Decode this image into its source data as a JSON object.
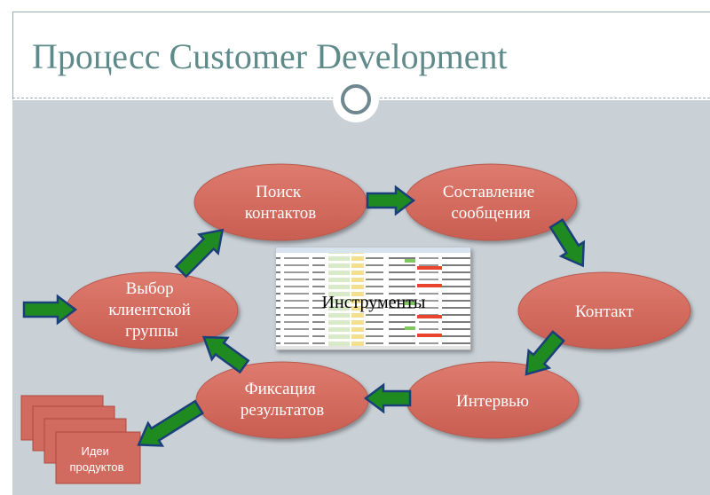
{
  "slide": {
    "title": "Процесс Customer Development"
  },
  "nodes": {
    "search": [
      "Поиск",
      "контактов"
    ],
    "compose": [
      "Составление",
      "сообщения"
    ],
    "contact": [
      "Контакт"
    ],
    "interview": [
      "Интервью"
    ],
    "record": [
      "Фиксация",
      "результатов"
    ],
    "select": [
      "Выбор",
      "клиентской",
      "группы"
    ]
  },
  "tools": {
    "label": "Инструменты"
  },
  "ideas": {
    "label": [
      "Идеи",
      "продуктов"
    ]
  },
  "colors": {
    "ellipse_fill": "#d26b5f",
    "ellipse_stroke": "#b75a4f",
    "arrow_fill": "#1f8a1f",
    "arrow_stroke": "#1a3f7a",
    "title": "#5f8a8a",
    "background": "#c9d1d7"
  }
}
